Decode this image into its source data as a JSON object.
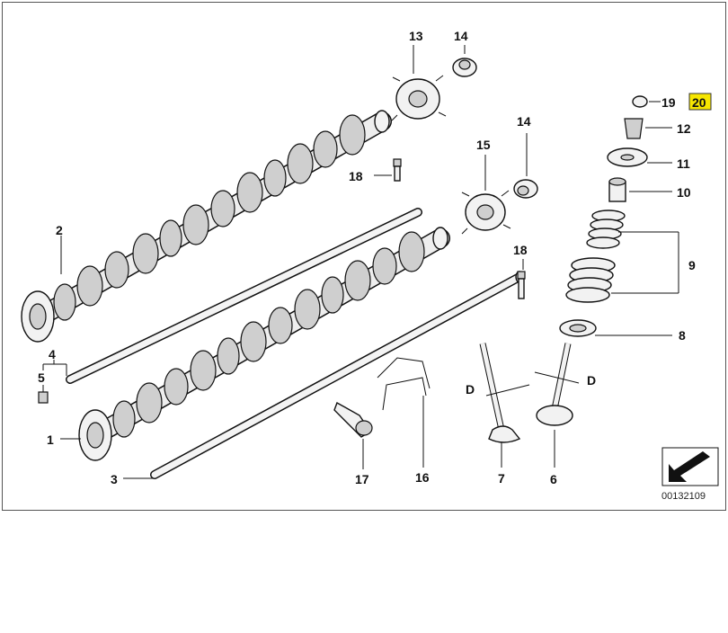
{
  "diagram_code": "00132109",
  "labels": {
    "p1": "1",
    "p2": "2",
    "p3": "3",
    "p4": "4",
    "p5": "5",
    "p6": "6",
    "p7": "7",
    "p8": "8",
    "p9": "9",
    "p10": "10",
    "p11": "11",
    "p12": "12",
    "p13": "13",
    "p14a": "14",
    "p14b": "14",
    "p15": "15",
    "p16": "16",
    "p17": "17",
    "p18a": "18",
    "p18b": "18",
    "p19": "19",
    "p20": "20",
    "d_left": "D",
    "d_right": "D"
  },
  "colors": {
    "highlight": "#f6e600",
    "line": "#111111"
  },
  "icons": {
    "navigation": "arrow-nav-icon"
  }
}
